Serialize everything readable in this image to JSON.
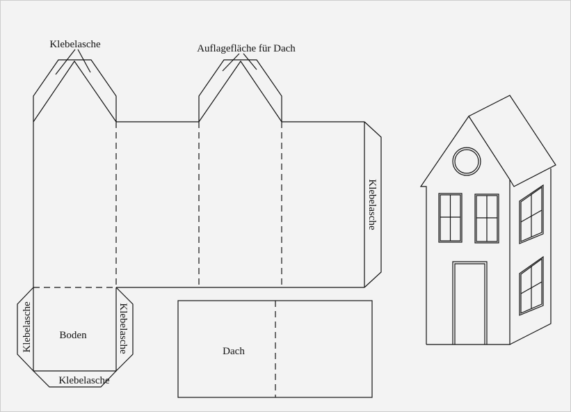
{
  "labels": {
    "glue_tab_top": "Klebelasche",
    "roof_support": "Auflagefläche für Dach",
    "glue_tab_right": "Klebelasche",
    "floor": "Boden",
    "glue_tab_floor_left": "Klebelasche",
    "glue_tab_floor_right": "Klebelasche",
    "glue_tab_floor_bottom": "Klebelasche",
    "roof": "Dach"
  },
  "colors": {
    "line": "#111111",
    "background": "#f3f3f3"
  }
}
